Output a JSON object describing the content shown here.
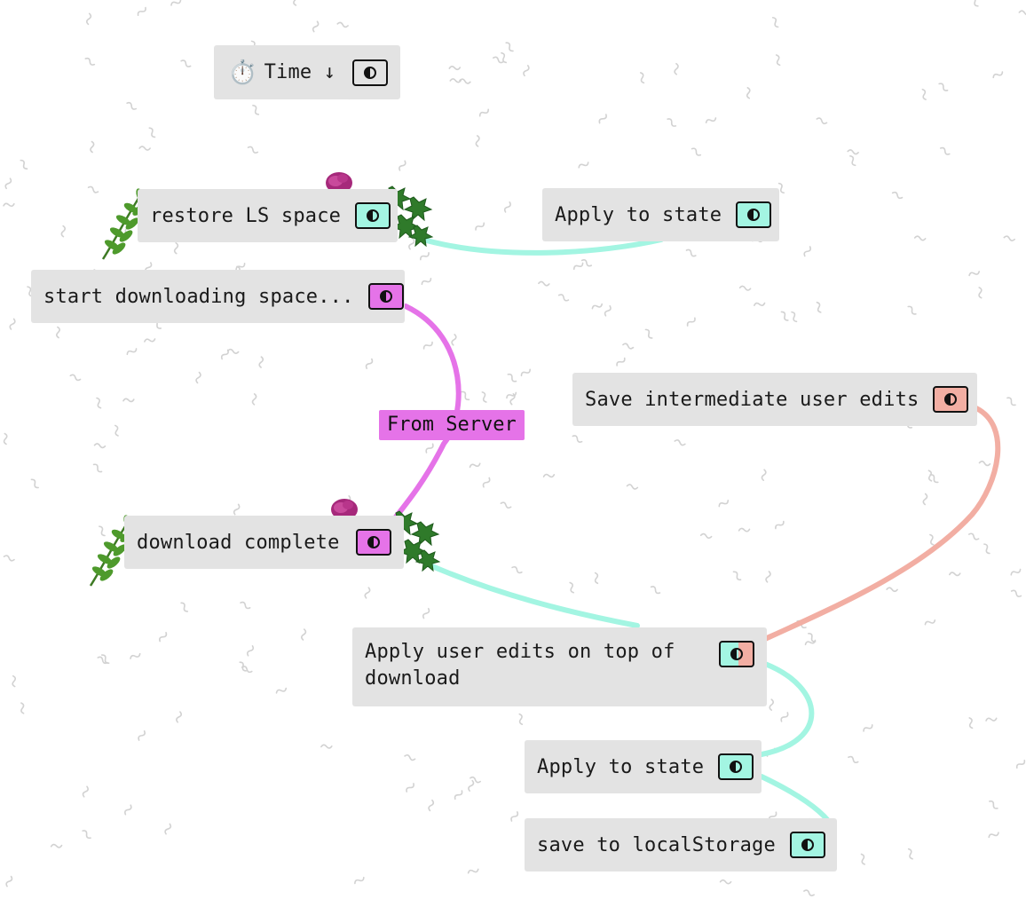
{
  "colors": {
    "cyan": "#a3f5e2",
    "magenta": "#e573e8",
    "salmon": "#f2aea3",
    "node_bg": "#e3e3e3"
  },
  "time_header": {
    "icon": "⏱️",
    "label": "Time ↓"
  },
  "nodes": {
    "restore_ls": {
      "label": "restore LS space",
      "toggle_color": "cyan"
    },
    "apply_state_top": {
      "label": "Apply to state",
      "toggle_color": "cyan"
    },
    "start_download": {
      "label": "start downloading space...",
      "toggle_color": "magenta"
    },
    "save_intermediate": {
      "label": "Save intermediate user edits",
      "toggle_color": "salmon"
    },
    "download_complete": {
      "label": "download complete",
      "toggle_color": "magenta"
    },
    "apply_user_edits": {
      "label": "Apply user edits on top of download",
      "toggle_color": "cyan+salmon"
    },
    "apply_state_bottom": {
      "label": "Apply to state",
      "toggle_color": "cyan"
    },
    "save_localstorage": {
      "label": "save to localStorage",
      "toggle_color": "cyan"
    }
  },
  "edge_labels": {
    "from_server": "From Server"
  }
}
